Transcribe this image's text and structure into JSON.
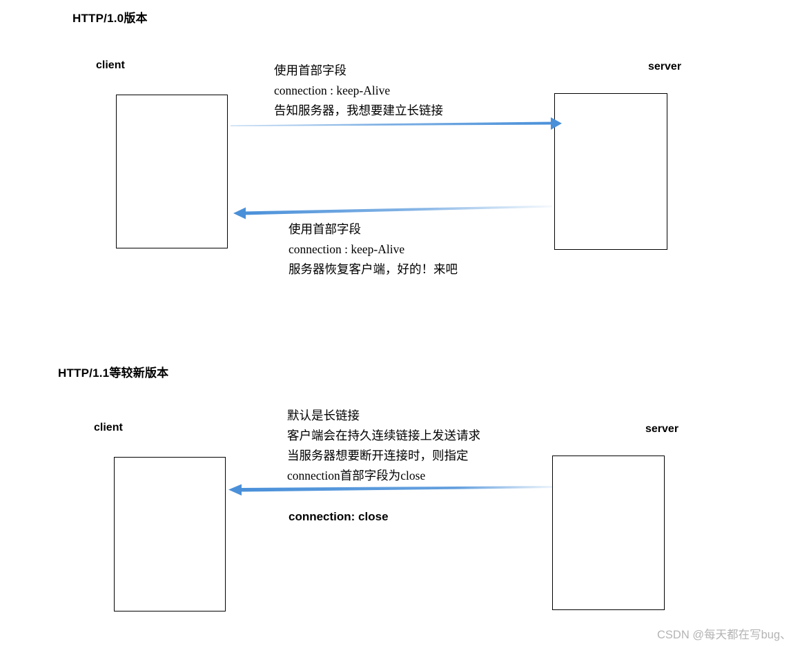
{
  "diagram": {
    "title_note": "HTTP connection persistence comparison diagram",
    "accent_color": "#4a90d9",
    "box_border_color": "#000000",
    "sections": [
      {
        "id": "http10",
        "heading": "HTTP/1.0版本",
        "client_label": "client",
        "server_label": "server",
        "messages": [
          {
            "id": "request",
            "direction": "client-to-server",
            "lines": [
              "使用首部字段",
              "connection : keep-Alive",
              "告知服务器，我想要建立长链接"
            ]
          },
          {
            "id": "response",
            "direction": "server-to-client",
            "lines": [
              "使用首部字段",
              "connection : keep-Alive",
              "服务器恢复客户端，好的！来吧"
            ]
          }
        ]
      },
      {
        "id": "http11",
        "heading": "HTTP/1.1等较新版本",
        "client_label": "client",
        "server_label": "server",
        "messages": [
          {
            "id": "close-note",
            "direction": "server-to-client",
            "lines": [
              "默认是长链接",
              "客户端会在持久连续链接上发送请求",
              "当服务器想要断开连接时，则指定",
              "connection首部字段为close"
            ]
          }
        ],
        "emphasis_label": "connection:  close"
      }
    ]
  },
  "watermark": {
    "text": "CSDN @每天都在写bug、"
  }
}
